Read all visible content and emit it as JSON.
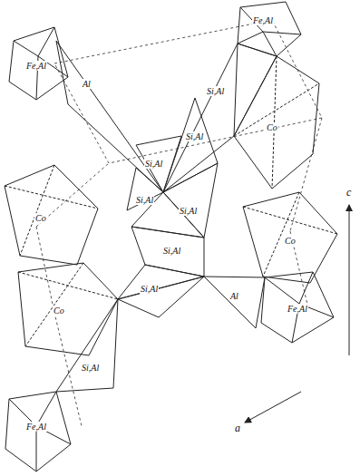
{
  "diagram": {
    "nodes": [
      {
        "text": [
          "Fe,Al"
        ]
      },
      {
        "text": [
          "Fe,Al"
        ]
      },
      {
        "text": [
          "Al"
        ]
      },
      {
        "text": [
          "Si,Al"
        ]
      },
      {
        "text": [
          "Si,Al"
        ]
      },
      {
        "text": [
          "Co"
        ]
      },
      {
        "text": [
          "Si,Al"
        ]
      },
      {
        "text": [
          "Si,Al"
        ]
      },
      {
        "text": [
          "Si,Al"
        ]
      },
      {
        "text": [
          "Co"
        ]
      },
      {
        "text": [
          "Co"
        ]
      },
      {
        "text": [
          "Si,Al"
        ]
      },
      {
        "text": [
          "Si,Al"
        ]
      },
      {
        "text": [
          "Al"
        ]
      },
      {
        "text": [
          "Fe,Al"
        ]
      },
      {
        "text": [
          "Co"
        ]
      },
      {
        "text": [
          "Si,Al"
        ]
      },
      {
        "text": [
          "Fe,Al"
        ]
      }
    ],
    "edges": [],
    "labels": [
      "c",
      "a"
    ]
  }
}
